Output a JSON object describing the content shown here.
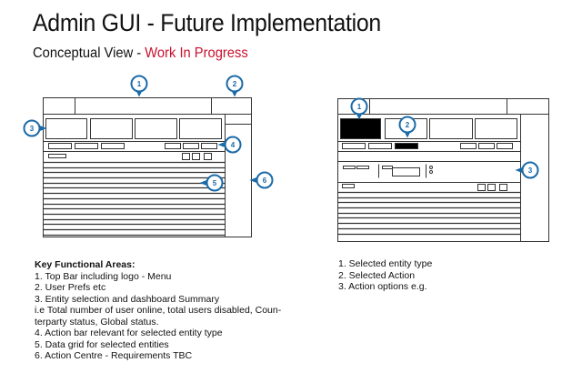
{
  "header": {
    "title": "Admin GUI - Future Implementation",
    "subtitle_prefix": "Conceptual View - ",
    "subtitle_highlight": "Work In Progress"
  },
  "colors": {
    "highlight": "#c8102e",
    "callout": "#1a6aa8",
    "wire": "#333333"
  },
  "left_diagram": {
    "callouts": [
      "1",
      "2",
      "3",
      "4",
      "5",
      "6"
    ]
  },
  "right_diagram": {
    "callouts": [
      "1",
      "2",
      "3"
    ]
  },
  "key_areas": {
    "heading": "Key Functional Areas:",
    "lines": [
      "1. Top Bar including logo - Menu",
      "2. User Prefs etc",
      "3. Entity selection and dashboard Summary",
      "i.e Total number of user online, total users disabled, Coun-",
      "terparty status, Global status.",
      "4. Action bar relevant for selected entity type",
      "5. Data grid for selected entities",
      "6. Action Centre - Requirements TBC"
    ]
  },
  "right_notes": {
    "lines": [
      "1. Selected entity type",
      "2. Selected Action",
      "3. Action options e.g."
    ]
  }
}
